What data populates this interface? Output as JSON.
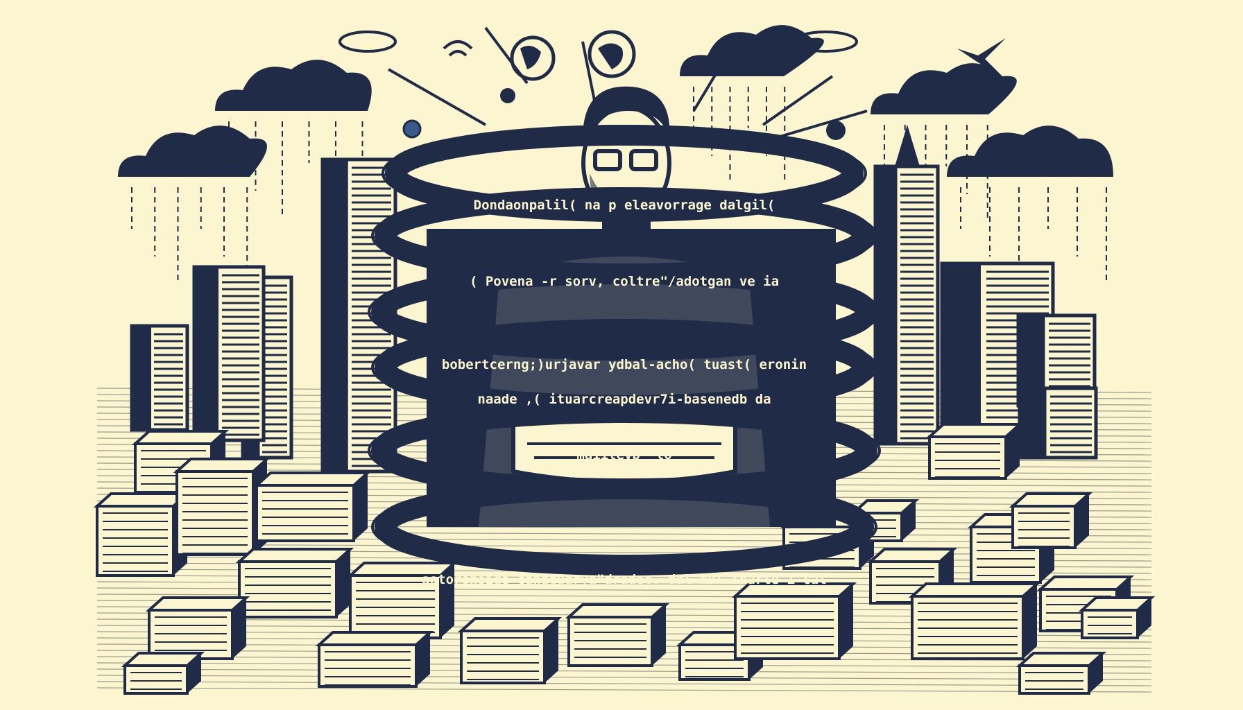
{
  "illustration": {
    "subject": "person-with-arms-crossed-inside-code-rings",
    "colors": {
      "background": "#fbf6cf",
      "ink": "#1f2b47",
      "accent": "#3b5a8c"
    },
    "ring_lines": [
      "Dondaonpalil( na p eleavorrage dalgil(",
      "( Povena -r sorv, coltre\"/adotgan ve ia",
      "bobertcerng;)urjavar ydbal-acho( tuast( eronin",
      "naade ,( ituarcreapdevr7i-basenedb da",
      "maiitevp\" lo",
      "aatoronoige canaguarya\"dradec. dal tul tharte i-cal"
    ]
  }
}
